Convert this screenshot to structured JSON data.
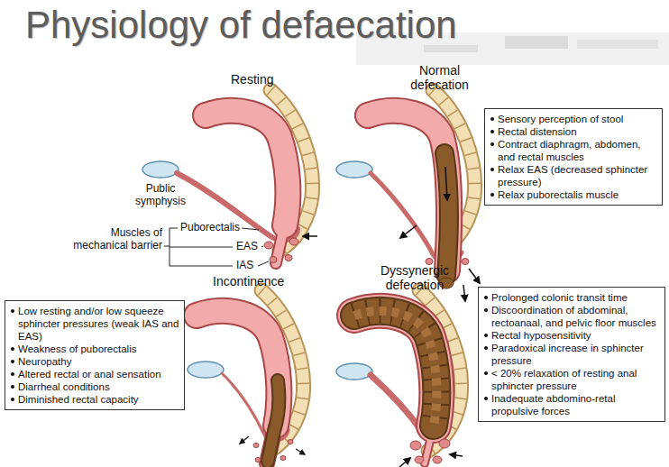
{
  "diagram": {
    "title": "Physiology of defaecation",
    "nodes": [
      {
        "text": [
          "Sensory perception of stool",
          "Rectal distension",
          "Contract diaphragm, abdomen, and rectal muscles",
          "Relax EAS (decreased sphincter pressure)",
          "Relax puborectalis muscle"
        ]
      },
      {
        "text": [
          "Low resting and/or low squeeze sphincter pressures (weak IAS and EAS)",
          "Weakness of puborectalis",
          "Neuropathy",
          "Altered rectal or anal sensation",
          "Diarrheal conditions",
          "Diminished rectal capacity"
        ]
      },
      {
        "text": [
          "Prolonged colonic transit time",
          "Discoordination of abdominal, rectoanaal, and pelvic floor muscles",
          "Rectal hyposensitivity",
          "Paradoxical increase in sphincter pressure",
          "< 20% relaxation of resting anal sphincter pressure",
          "Inadequate abdomino-retal propulsive forces"
        ]
      }
    ],
    "labels": [
      "Resting",
      "Normal defecation",
      "Public symphysis",
      "Puborectalis",
      "Muscles of mechanical barrier",
      "EAS",
      "IAS",
      "Incontinence",
      "Dyssynergic defecation"
    ]
  }
}
